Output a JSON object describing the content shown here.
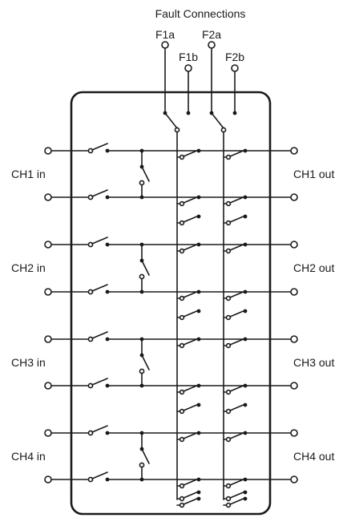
{
  "diagram": {
    "title": "Fault Connections",
    "fault_terminals": {
      "f1a": "F1a",
      "f1b": "F1b",
      "f2a": "F2a",
      "f2b": "F2b"
    },
    "channels": [
      {
        "in_label": "CH1 in",
        "out_label": "CH1 out"
      },
      {
        "in_label": "CH2 in",
        "out_label": "CH2 out"
      },
      {
        "in_label": "CH3 in",
        "out_label": "CH3 out"
      },
      {
        "in_label": "CH4 in",
        "out_label": "CH4 out"
      }
    ],
    "colors": {
      "line": "#1a1a1a",
      "background": "#ffffff"
    }
  }
}
